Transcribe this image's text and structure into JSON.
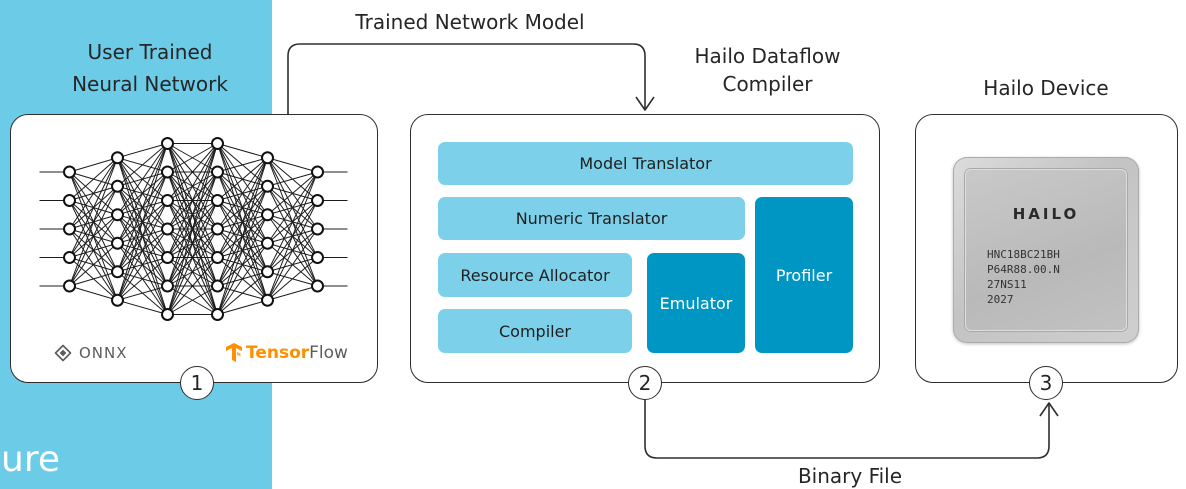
{
  "diagram": {
    "neural_network": {
      "title_line1": "User Trained",
      "title_line2": "Neural Network",
      "step": "1",
      "logos": {
        "onnx": {
          "icon": "onnx-icon",
          "label": "ONNX"
        },
        "tensorflow": {
          "icon": "tensorflow-icon",
          "label_part1": "Tensor",
          "label_part2": "Flow"
        }
      }
    },
    "trained_model_arrow_label": "Trained Network Model",
    "compiler": {
      "title_line1": "Hailo Dataflow",
      "title_line2": "Compiler",
      "step": "2",
      "modules": {
        "model_translator": "Model Translator",
        "numeric_translator": "Numeric Translator",
        "resource_allocator": "Resource Allocator",
        "compiler": "Compiler",
        "emulator": "Emulator",
        "profiler": "Profiler"
      }
    },
    "device": {
      "title": "Hailo Device",
      "step": "3",
      "chip": {
        "icon": "hailo-chip-image",
        "brand": "HAILO",
        "marking_line1": "HNC18BC21BH",
        "marking_line2": "P64R88.00.N",
        "marking_line3": "27NS11",
        "marking_line4": "2027"
      }
    },
    "binary_arrow_label": "Binary File",
    "edge_text": "ure"
  },
  "colors": {
    "band": "#6ccbe7",
    "module_light": "#7dd0e9",
    "module_dark": "#0096c4",
    "tensorflow_orange": "#ff8f00",
    "ink": "#262626",
    "logo_gray": "#5c5c5c"
  }
}
